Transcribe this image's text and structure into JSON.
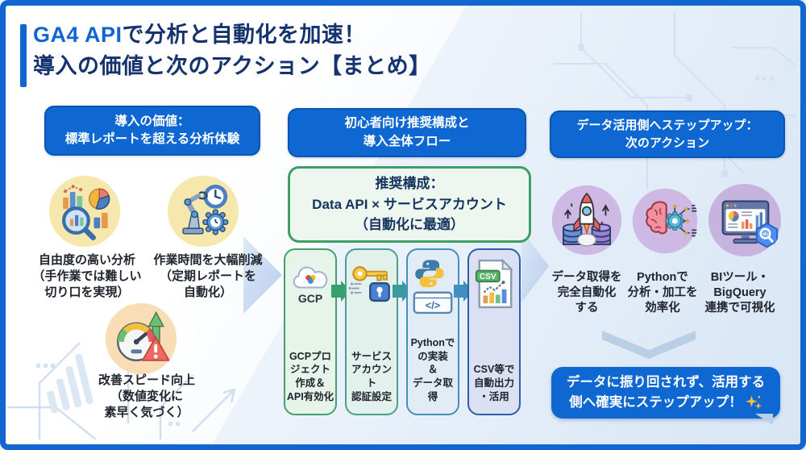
{
  "title": {
    "highlight": "GA4 API",
    "rest": "で分析と自動化を加速！",
    "line2": "導入の価値と次のアクション【まとめ】"
  },
  "left": {
    "header": "導入の価値：\n標準レポートを超える分析体験",
    "items": [
      {
        "icon": "analysis-magnifier-charts",
        "label": "自由度の高い分析\n（手作業では難しい\n切り口を実現）"
      },
      {
        "icon": "robot-arm-clock-gear",
        "label": "作業時間を大幅削減\n（定期レポートを\n自動化）"
      },
      {
        "icon": "speedometer-growth-alert",
        "label": "改善スピード向上\n（数値変化に\n素早く気づく）"
      }
    ]
  },
  "middle": {
    "header": "初心者向け推奨構成と\n導入全体フロー",
    "recommendation": "推奨構成：\nData API × サービスアカウント\n（自動化に最適）",
    "steps": [
      {
        "icon": "gcp-cloud",
        "icon_label": "GCP",
        "label": "GCPプロ\nジェクト\n作成＆\nAPI有効化"
      },
      {
        "icon": "key-lock",
        "label": "サービス\nアカウント\n認証設定"
      },
      {
        "icon": "python-code",
        "icon_code": "</>",
        "label": "Pythonで\nの実装\n＆\nデータ取得"
      },
      {
        "icon": "csv-file-chart",
        "icon_label": "CSV",
        "label": "CSV等で\n自動出力\n・活用"
      }
    ]
  },
  "right": {
    "header": "データ活用側へステップアップ：\n次のアクション",
    "items": [
      {
        "icon": "rocket-database",
        "label": "データ取得を\n完全自動化\nする"
      },
      {
        "icon": "brain-gear-circuit",
        "label": "Pythonで\n分析・加工を\n効率化"
      },
      {
        "icon": "bi-monitor-bigquery",
        "label": "BIツール・\nBigQuery\n連携で可視化"
      }
    ],
    "cta": {
      "line1": "データに振り回されず、活用する",
      "line2": "側へ確実にステップアップ！",
      "sparkle_icon": "sparkle"
    }
  },
  "colors": {
    "frame_blue": "#1166cf",
    "header_blue": "#0f68d2",
    "title_navy": "#15336e",
    "title_accent": "#1065d0",
    "green_border": "#3f9e63",
    "cta_blue": "#0f68d2",
    "icon_bg_yellow": "#f6e8ac",
    "icon_bg_orange": "#f8ddb6",
    "icon_bg_purple": "#cdb9e3"
  }
}
